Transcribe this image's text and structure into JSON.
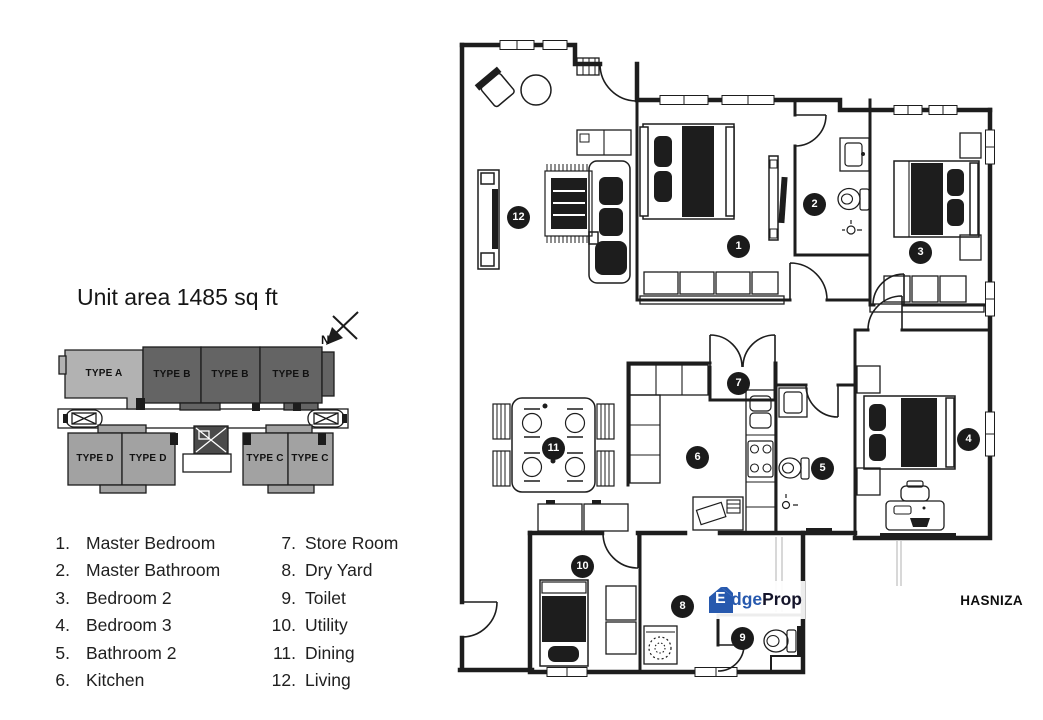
{
  "title": "Unit area 1485 sq ft",
  "compass": {
    "label": "N"
  },
  "keyplan": {
    "blocks": [
      {
        "label": "TYPE A"
      },
      {
        "label": "TYPE B"
      },
      {
        "label": "TYPE B"
      },
      {
        "label": "TYPE B"
      },
      {
        "label": "TYPE D"
      },
      {
        "label": "TYPE D"
      },
      {
        "label": "TYPE C"
      },
      {
        "label": "TYPE C"
      }
    ],
    "colors": {
      "type_a": "#b2b2b2",
      "type_b": "#646464",
      "type_cd": "#a2a2a2"
    }
  },
  "legend": {
    "items": [
      {
        "number": "1.",
        "label": "Master Bedroom"
      },
      {
        "number": "2.",
        "label": "Master Bathroom"
      },
      {
        "number": "3.",
        "label": "Bedroom 2"
      },
      {
        "number": "4.",
        "label": "Bedroom 3"
      },
      {
        "number": "5.",
        "label": "Bathroom 2"
      },
      {
        "number": "6.",
        "label": "Kitchen"
      },
      {
        "number": "7.",
        "label": "Store Room"
      },
      {
        "number": "8.",
        "label": "Dry Yard"
      },
      {
        "number": "9.",
        "label": "Toilet"
      },
      {
        "number": "10.",
        "label": "Utility"
      },
      {
        "number": "11.",
        "label": "Dining"
      },
      {
        "number": "12.",
        "label": "Living"
      }
    ]
  },
  "floorplan": {
    "markers": [
      {
        "n": "1"
      },
      {
        "n": "2"
      },
      {
        "n": "3"
      },
      {
        "n": "4"
      },
      {
        "n": "5"
      },
      {
        "n": "6"
      },
      {
        "n": "7"
      },
      {
        "n": "8"
      },
      {
        "n": "9"
      },
      {
        "n": "10"
      },
      {
        "n": "11"
      },
      {
        "n": "12"
      }
    ],
    "marker_color": "#1b1b1b",
    "line_color": "#1d1d1d"
  },
  "branding": {
    "logo_first_letter": "E",
    "logo_edge_rest": "dge",
    "logo_prop": "Prop",
    "logo_color_blue": "#2759ae",
    "logo_color_dark": "#14142a",
    "watermark": "HASNIZA"
  }
}
